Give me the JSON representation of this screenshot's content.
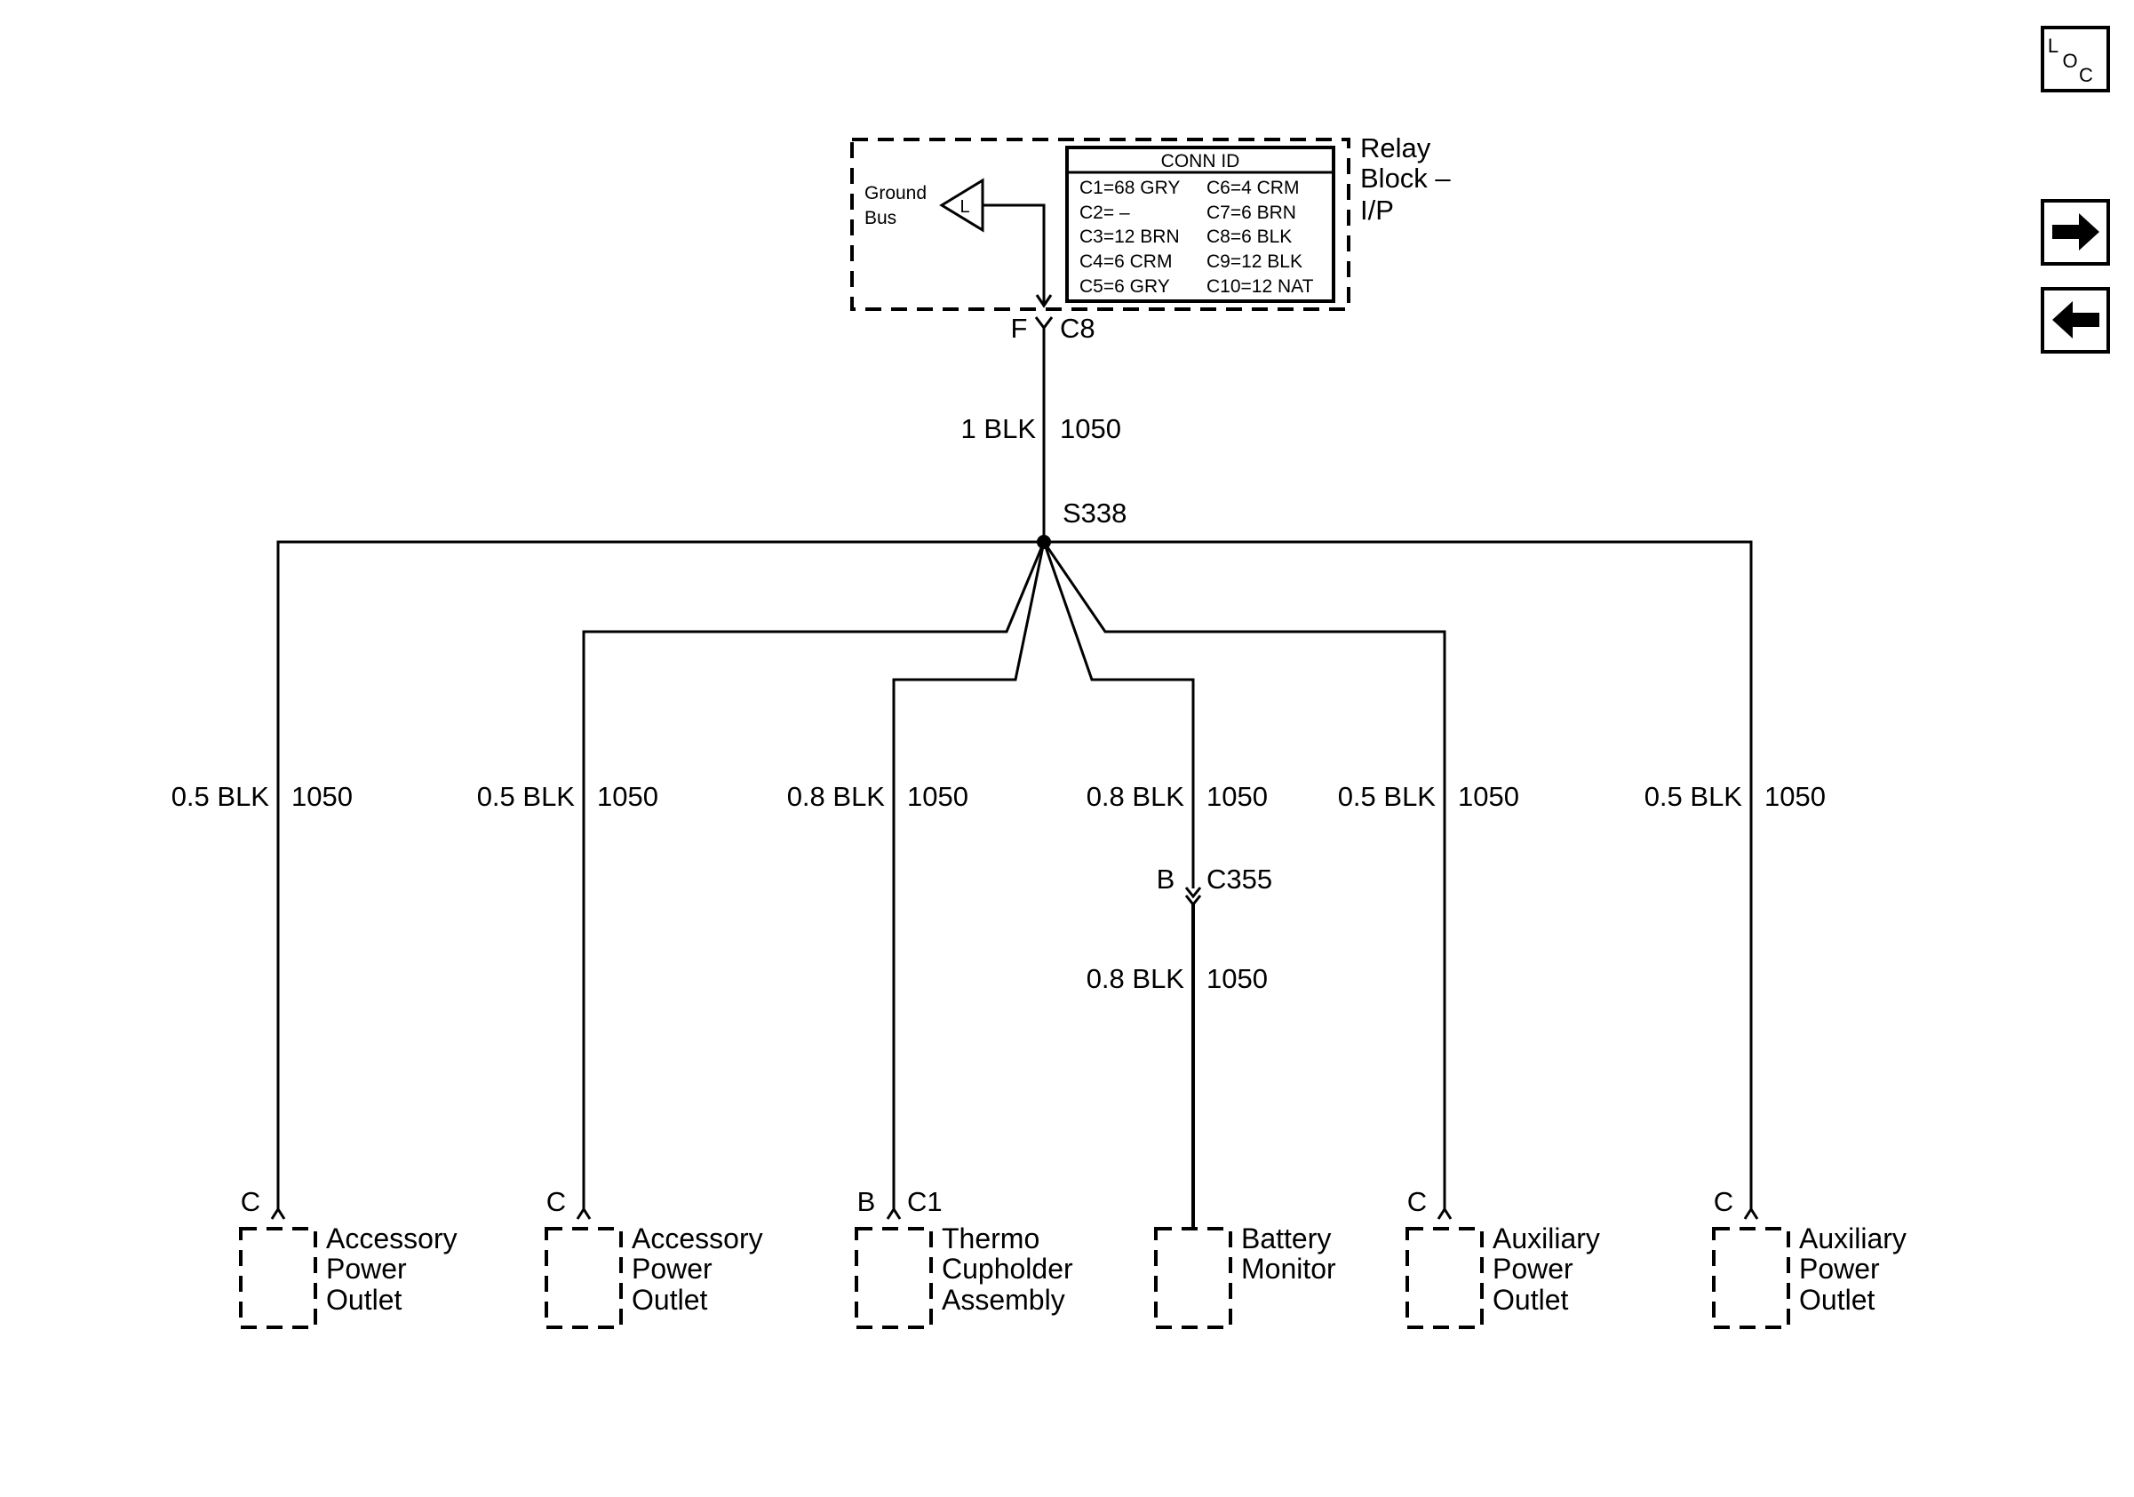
{
  "colors": {
    "line": "#000000",
    "background": "#ffffff"
  },
  "nav": {
    "loc_icon": "loc-icon",
    "next_icon": "arrow-right-icon",
    "prev_icon": "arrow-left-icon",
    "loc_letters": [
      "L",
      "O",
      "C"
    ]
  },
  "relay_block": {
    "title": [
      "Relay",
      "Block –",
      "I/P"
    ],
    "conn_id": {
      "header": "CONN ID",
      "left": [
        "C1=68 GRY",
        "C2= –",
        "C3=12 BRN",
        "C4=6 CRM",
        "C5=6 GRY"
      ],
      "right": [
        "C6=4 CRM",
        "C7=6 BRN",
        "C8=6 BLK",
        "C9=12 BLK",
        "C10=12 NAT"
      ]
    },
    "ground_bus": [
      "Ground",
      "Bus"
    ],
    "ground_symbol": "L"
  },
  "connector_c8": {
    "pin": "F",
    "id": "C8"
  },
  "main_wire": {
    "wire": "1 BLK",
    "circuit": "1050"
  },
  "splice": "S338",
  "branches": [
    {
      "wire": "0.5 BLK",
      "circuit": "1050",
      "pin": "C",
      "component": [
        "Accessory",
        "Power",
        "Outlet"
      ]
    },
    {
      "wire": "0.5 BLK",
      "circuit": "1050",
      "pin": "C",
      "component": [
        "Accessory",
        "Power",
        "Outlet"
      ]
    },
    {
      "wire": "0.8 BLK",
      "circuit": "1050",
      "pin": "B",
      "connector": "C1",
      "component": [
        "Thermo",
        "Cupholder",
        "Assembly"
      ]
    },
    {
      "wire": "0.8 BLK",
      "circuit": "1050",
      "inline_connector": {
        "pin": "B",
        "id": "C355"
      },
      "wire_after": "0.8 BLK",
      "circuit_after": "1050",
      "component": [
        "Battery",
        "Monitor"
      ]
    },
    {
      "wire": "0.5 BLK",
      "circuit": "1050",
      "pin": "C",
      "component": [
        "Auxiliary",
        "Power",
        "Outlet"
      ]
    },
    {
      "wire": "0.5 BLK",
      "circuit": "1050",
      "pin": "C",
      "component": [
        "Auxiliary",
        "Power",
        "Outlet"
      ]
    }
  ]
}
